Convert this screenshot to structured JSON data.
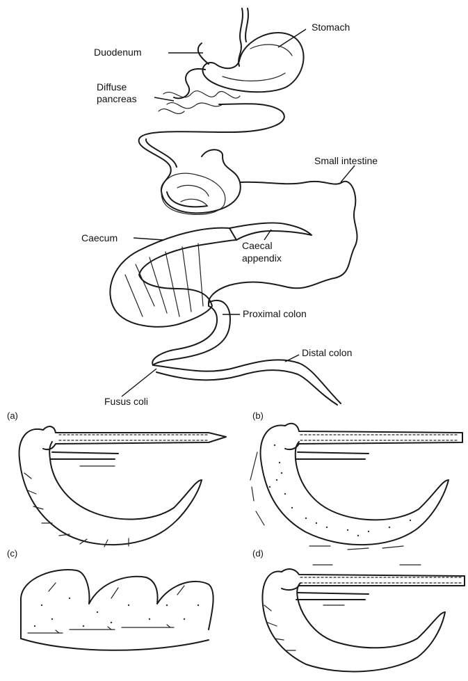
{
  "labels": {
    "stomach": "Stomach",
    "duodenum": "Duodenum",
    "diffuse_pancreas_1": "Diffuse",
    "diffuse_pancreas_2": "pancreas",
    "small_intestine": "Small intestine",
    "caecum": "Caecum",
    "caecal_appendix_1": "Caecal",
    "caecal_appendix_2": "appendix",
    "proximal_colon": "Proximal colon",
    "distal_colon": "Distal colon",
    "fusus_coli": "Fusus coli"
  },
  "panels": {
    "a": "(a)",
    "b": "(b)",
    "c": "(c)",
    "d": "(d)"
  }
}
